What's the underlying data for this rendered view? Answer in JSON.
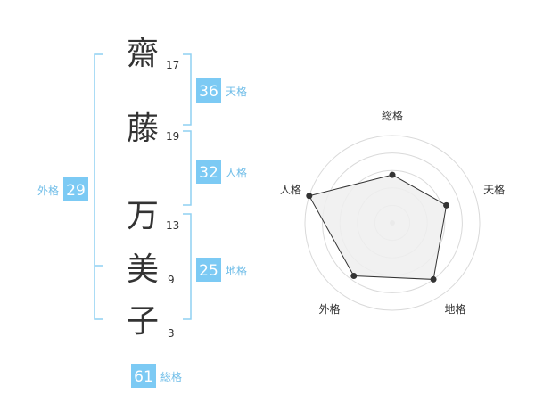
{
  "colors": {
    "bracket": "#8fd0f2",
    "box": "#7ccaf4",
    "label": "#6fbde8",
    "ring": "#d9d9d9",
    "polygon_fill": "#eeeeee",
    "polygon_stroke": "#333333"
  },
  "name": {
    "characters": [
      {
        "char": "齋",
        "strokes": "17"
      },
      {
        "char": "藤",
        "strokes": "19"
      },
      {
        "char": "万",
        "strokes": "13"
      },
      {
        "char": "美",
        "strokes": "9"
      },
      {
        "char": "子",
        "strokes": "3"
      }
    ]
  },
  "kaku": {
    "tenkaku": {
      "value": "36",
      "label": "天格"
    },
    "jinkaku": {
      "value": "32",
      "label": "人格"
    },
    "chikaku": {
      "value": "25",
      "label": "地格"
    },
    "gaikaku": {
      "value": "29",
      "label": "外格"
    },
    "soukaku": {
      "value": "61",
      "label": "総格"
    }
  },
  "chart_data": {
    "type": "radar",
    "axes": [
      "総格",
      "天格",
      "地格",
      "外格",
      "人格"
    ],
    "values": [
      0.55,
      0.65,
      0.8,
      0.75,
      1.0
    ],
    "max": 1.0
  }
}
